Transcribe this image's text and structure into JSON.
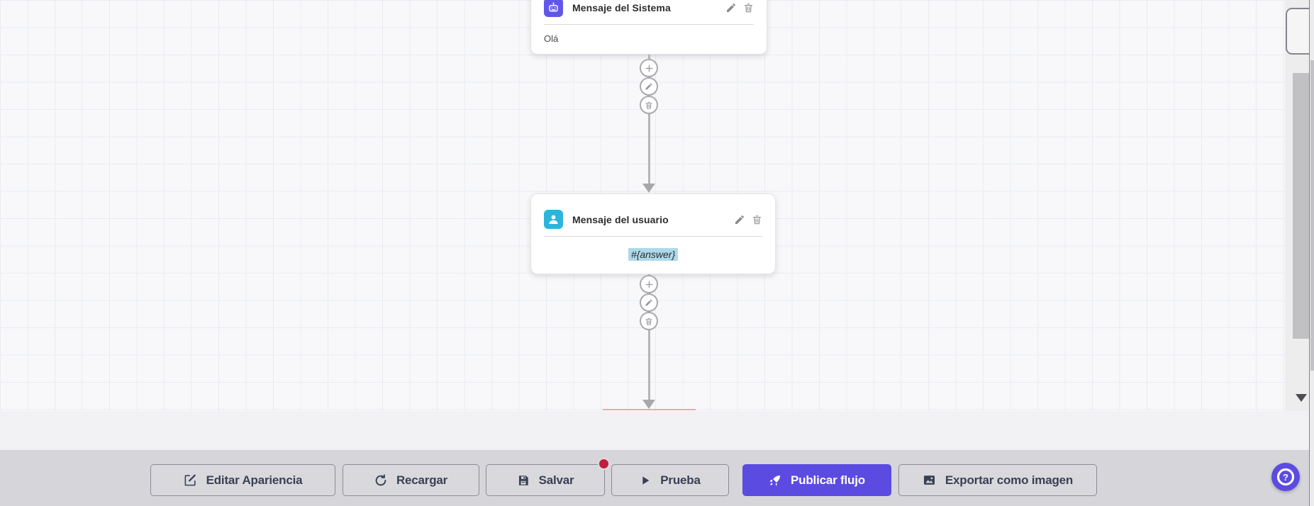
{
  "canvas": {
    "nodes": [
      {
        "title": "Mensaje del Sistema",
        "body": "Olá",
        "icon": "robot-icon",
        "icon_color": "#6157e7"
      },
      {
        "title": "Mensaje del usuario",
        "body": "#{answer}",
        "icon": "user-icon",
        "icon_color": "#2db4dd",
        "body_highlight_color": "#aed9ea"
      }
    ],
    "node_actions": [
      "edit",
      "delete"
    ],
    "connector_actions": [
      "add",
      "edit",
      "delete"
    ]
  },
  "toolbar": {
    "buttons": [
      {
        "label": "Editar Apariencia",
        "icon": "edit-icon"
      },
      {
        "label": "Recargar",
        "icon": "refresh-icon"
      },
      {
        "label": "Salvar",
        "icon": "save-icon",
        "has_badge": true
      },
      {
        "label": "Prueba",
        "icon": "play-icon"
      },
      {
        "label": "Publicar flujo",
        "icon": "rocket-icon",
        "primary": true
      },
      {
        "label": "Exportar como imagen",
        "icon": "image-icon"
      }
    ]
  },
  "help_button": {
    "label": "?"
  },
  "colors": {
    "primary": "#5b4be1",
    "badge": "#c01e3c",
    "system_node_icon": "#6157e7",
    "user_node_icon": "#2db4dd",
    "answer_highlight": "#aed9ea",
    "canvas_bg": "#f8f8fa",
    "toolbar_bg": "#d5d5da"
  }
}
